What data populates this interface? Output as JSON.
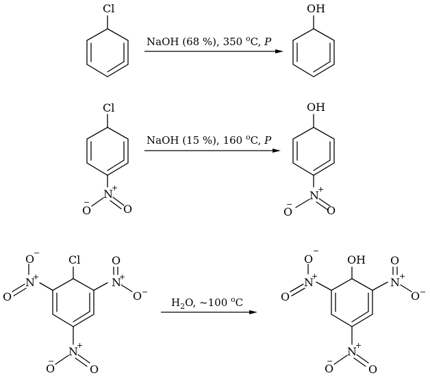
{
  "reactions": [
    {
      "reactant": {
        "substituent": "Cl"
      },
      "conditions": {
        "reagent": "NaOH (68 %), 350 ",
        "deg": "o",
        "unit": "C, ",
        "pressure": "P"
      },
      "product": {
        "substituent": "OH"
      }
    },
    {
      "reactant": {
        "substituent": "Cl",
        "nitro": {
          "n": "N",
          "plus": "+",
          "o1": "O",
          "minus": "−",
          "o2": "O"
        }
      },
      "conditions": {
        "reagent": "NaOH (15 %), 160 ",
        "deg": "o",
        "unit": "C, ",
        "pressure": "P"
      },
      "product": {
        "substituent": "OH",
        "nitro": {
          "n": "N",
          "plus": "+",
          "o1": "O",
          "minus": "−",
          "o2": "O"
        }
      }
    },
    {
      "reactant": {
        "substituent": "Cl"
      },
      "conditions": {
        "h": "H",
        "sub": "2",
        "o": "O,  ~100 ",
        "deg": "o",
        "unit": "C"
      },
      "product": {
        "substituent": "OH"
      }
    }
  ],
  "nitro_symbols": {
    "n": "N",
    "o": "O",
    "plus": "+",
    "minus": "−"
  }
}
